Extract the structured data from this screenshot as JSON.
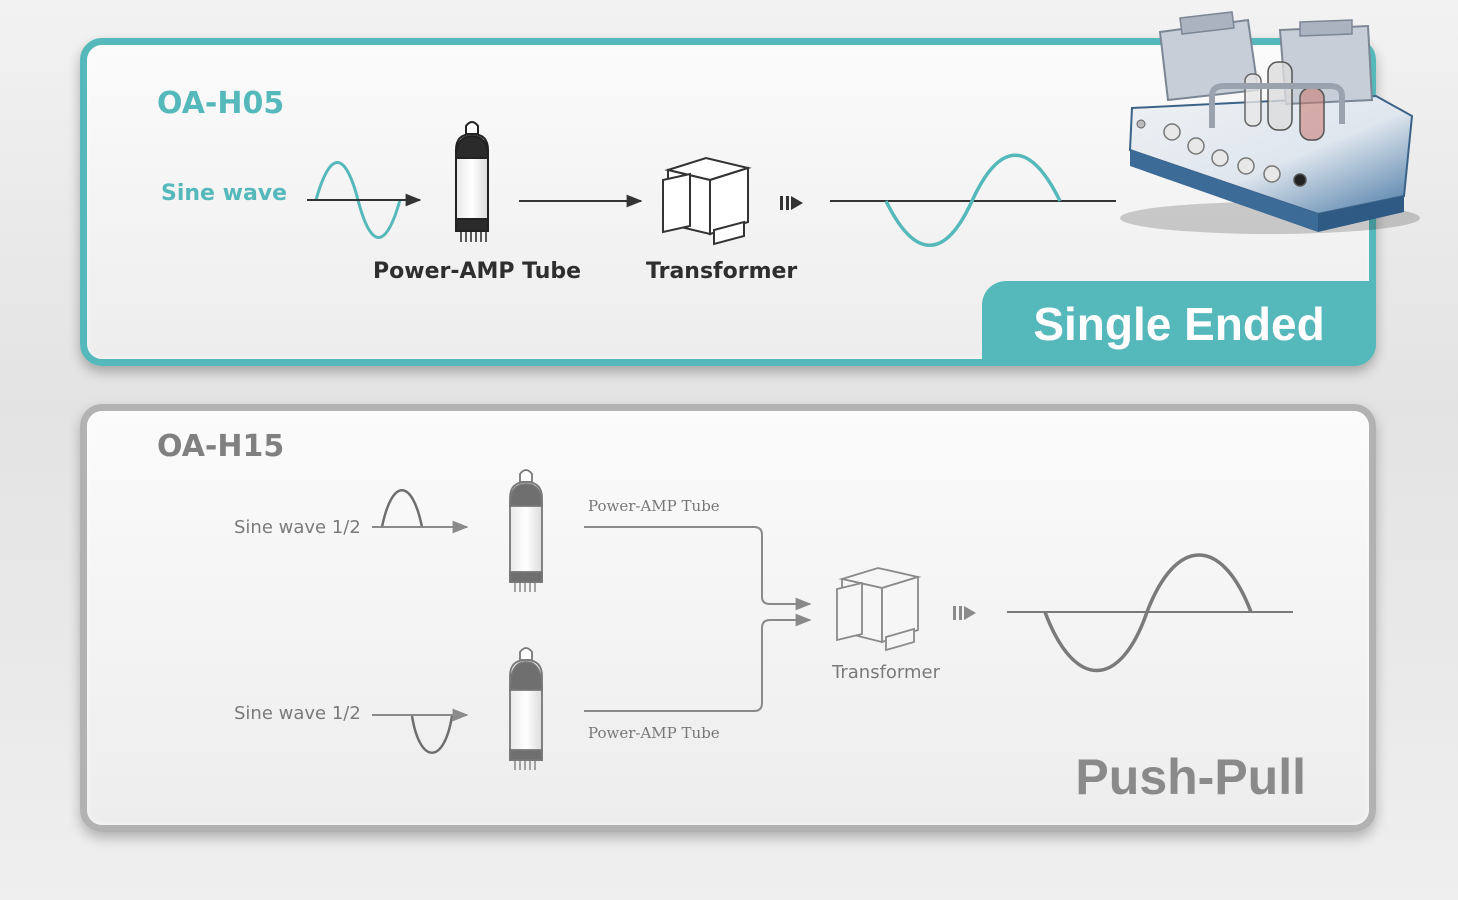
{
  "single_ended": {
    "model": "OA-H05",
    "input_label": "Sine wave",
    "tube_label": "Power-AMP Tube",
    "transformer_label": "Transformer",
    "type_label": "Single Ended"
  },
  "push_pull": {
    "model": "OA-H15",
    "input_label_upper": "Sine wave 1/2",
    "input_label_lower": "Sine wave 1/2",
    "tube_label_upper": "Power-AMP Tube",
    "tube_label_lower": "Power-AMP Tube",
    "transformer_label": "Transformer",
    "type_label": "Push-Pull"
  },
  "colors": {
    "accent": "#55b8bb",
    "push_pull_gray": "#a0a0a0",
    "dark_text": "#2e2e2e"
  },
  "icons": [
    "sine-wave-icon",
    "vacuum-tube-icon",
    "transformer-icon",
    "speaker-icon",
    "amplifier-photo"
  ]
}
